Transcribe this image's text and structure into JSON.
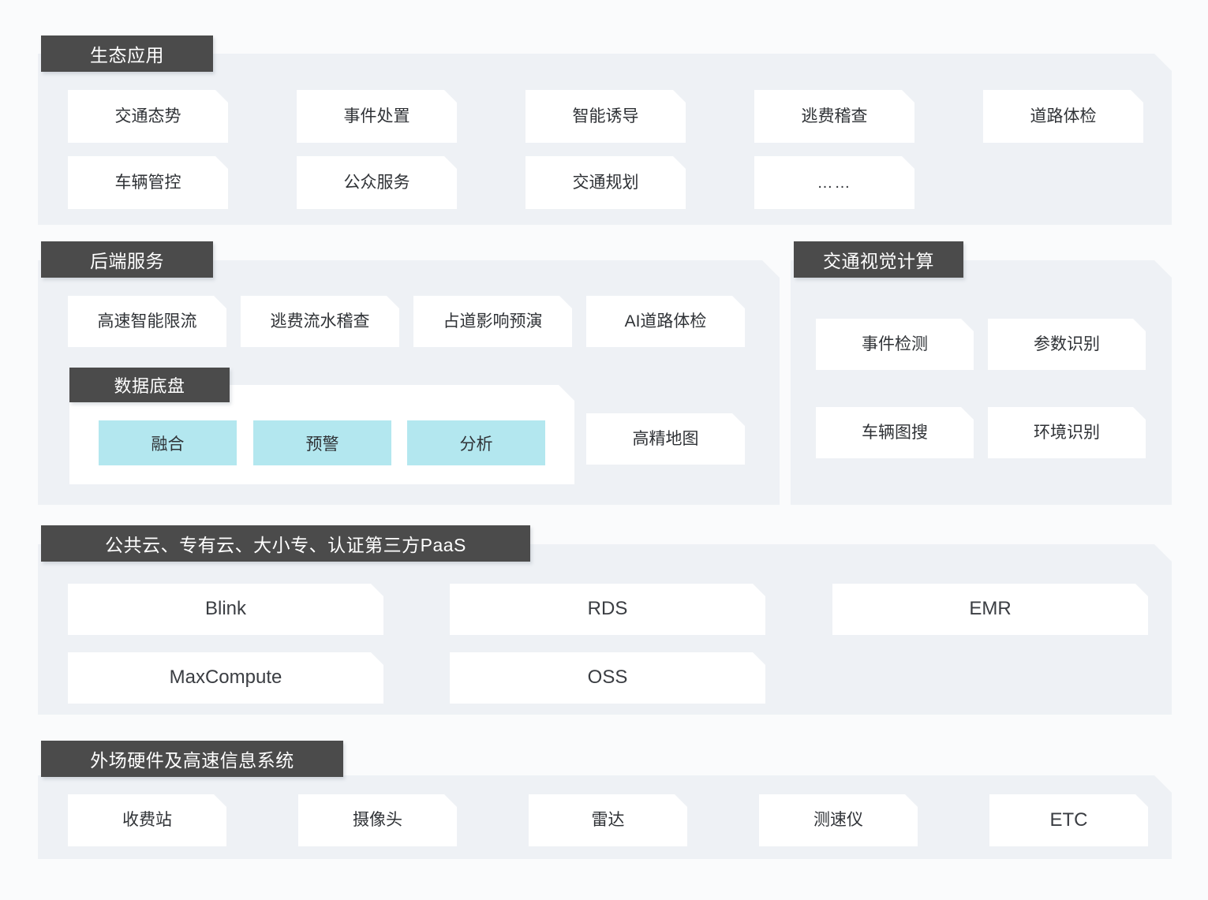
{
  "theme": {
    "page_bg": "#fafbfc",
    "panel_bg": "#eef1f5",
    "header_bg": "#4b4b4b",
    "header_text": "#ffffff",
    "card_bg": "#ffffff",
    "card_text": "#2f3236",
    "chip_bg": "#b3e7ef"
  },
  "sections": {
    "ecosystem": {
      "title": "生态应用",
      "cards": [
        "交通态势",
        "事件处置",
        "智能诱导",
        "逃费稽查",
        "道路体检",
        "车辆管控",
        "公众服务",
        "交通规划",
        "……"
      ]
    },
    "backend": {
      "title": "后端服务",
      "cards": [
        "高速智能限流",
        "逃费流水稽查",
        "占道影响预演",
        "AI道路体检"
      ],
      "data_platform": {
        "title": "数据底盘",
        "chips": [
          "融合",
          "预警",
          "分析"
        ]
      },
      "map_card": "高精地图"
    },
    "vision": {
      "title": "交通视觉计算",
      "cards": [
        "事件检测",
        "参数识别",
        "车辆图搜",
        "环境识别"
      ]
    },
    "paas": {
      "title": "公共云、专有云、大小专、认证第三方PaaS",
      "cards": [
        "Blink",
        "RDS",
        "EMR",
        "MaxCompute",
        "OSS"
      ]
    },
    "field": {
      "title": "外场硬件及高速信息系统",
      "cards": [
        "收费站",
        "摄像头",
        "雷达",
        "测速仪",
        "ETC"
      ]
    }
  }
}
